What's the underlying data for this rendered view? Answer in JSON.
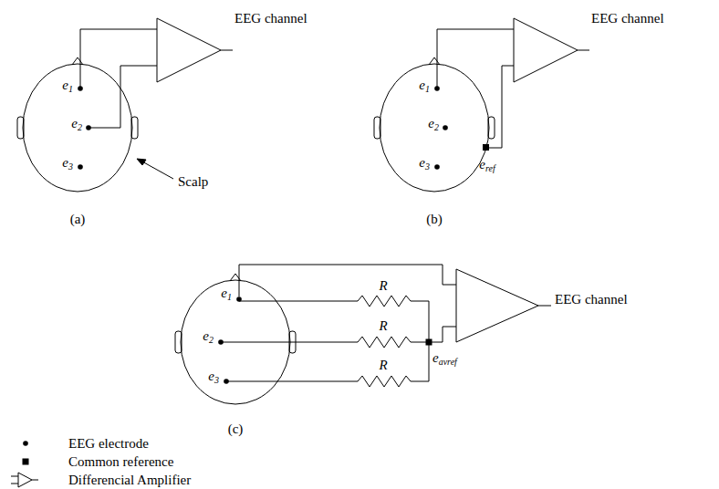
{
  "diagram": {
    "labels": [
      "EEG channel",
      "e1",
      "e2",
      "e3",
      "Scalp",
      "(a)",
      "EEG channel",
      "e1",
      "e2",
      "e3",
      "eref",
      "(b)",
      "R",
      "R",
      "R",
      "EEG channel",
      "e1",
      "e2",
      "e3",
      "eavref",
      "(c)"
    ],
    "legend": [
      {
        "text": "EEG electrode"
      },
      {
        "text": "Common reference"
      },
      {
        "text": "Differencial Amplifier"
      }
    ]
  }
}
